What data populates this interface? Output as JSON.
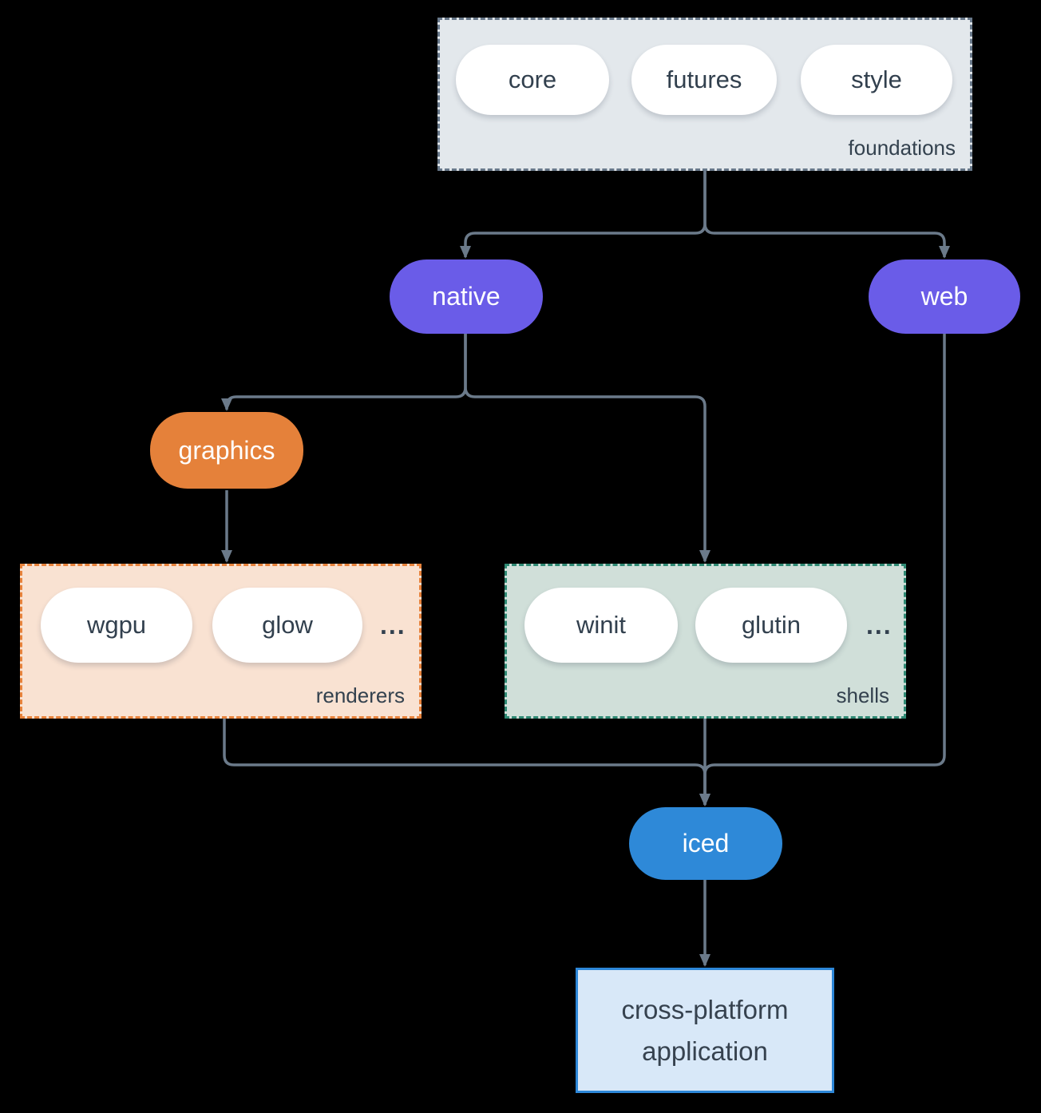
{
  "diagram": {
    "background": "#000000",
    "edge_color": "#6b7a8a",
    "groups": {
      "foundations": {
        "label": "foundations",
        "fill": "#e3e8ec",
        "border": "#68788a",
        "pills": [
          "core",
          "futures",
          "style"
        ]
      },
      "renderers": {
        "label": "renderers",
        "fill": "#f9e2d2",
        "border": "#e8833c",
        "pills": [
          "wgpu",
          "glow"
        ],
        "ellipsis": "..."
      },
      "shells": {
        "label": "shells",
        "fill": "#d0dfd9",
        "border": "#2f8a74",
        "pills": [
          "winit",
          "glutin"
        ],
        "ellipsis": "..."
      }
    },
    "nodes": {
      "native": {
        "label": "native",
        "fill": "#6a5ce8",
        "text_color": "#ffffff"
      },
      "web": {
        "label": "web",
        "fill": "#6a5ce8",
        "text_color": "#ffffff"
      },
      "graphics": {
        "label": "graphics",
        "fill": "#e5813a",
        "text_color": "#ffffff"
      },
      "iced": {
        "label": "iced",
        "fill": "#2e89d8",
        "text_color": "#ffffff"
      },
      "application": {
        "label": "cross-platform application",
        "fill": "#d8e8f8",
        "border": "#2d87d8",
        "text_color": "#36424f"
      }
    },
    "pill_text_color": "#32404e",
    "group_label_color": "#33414e"
  }
}
